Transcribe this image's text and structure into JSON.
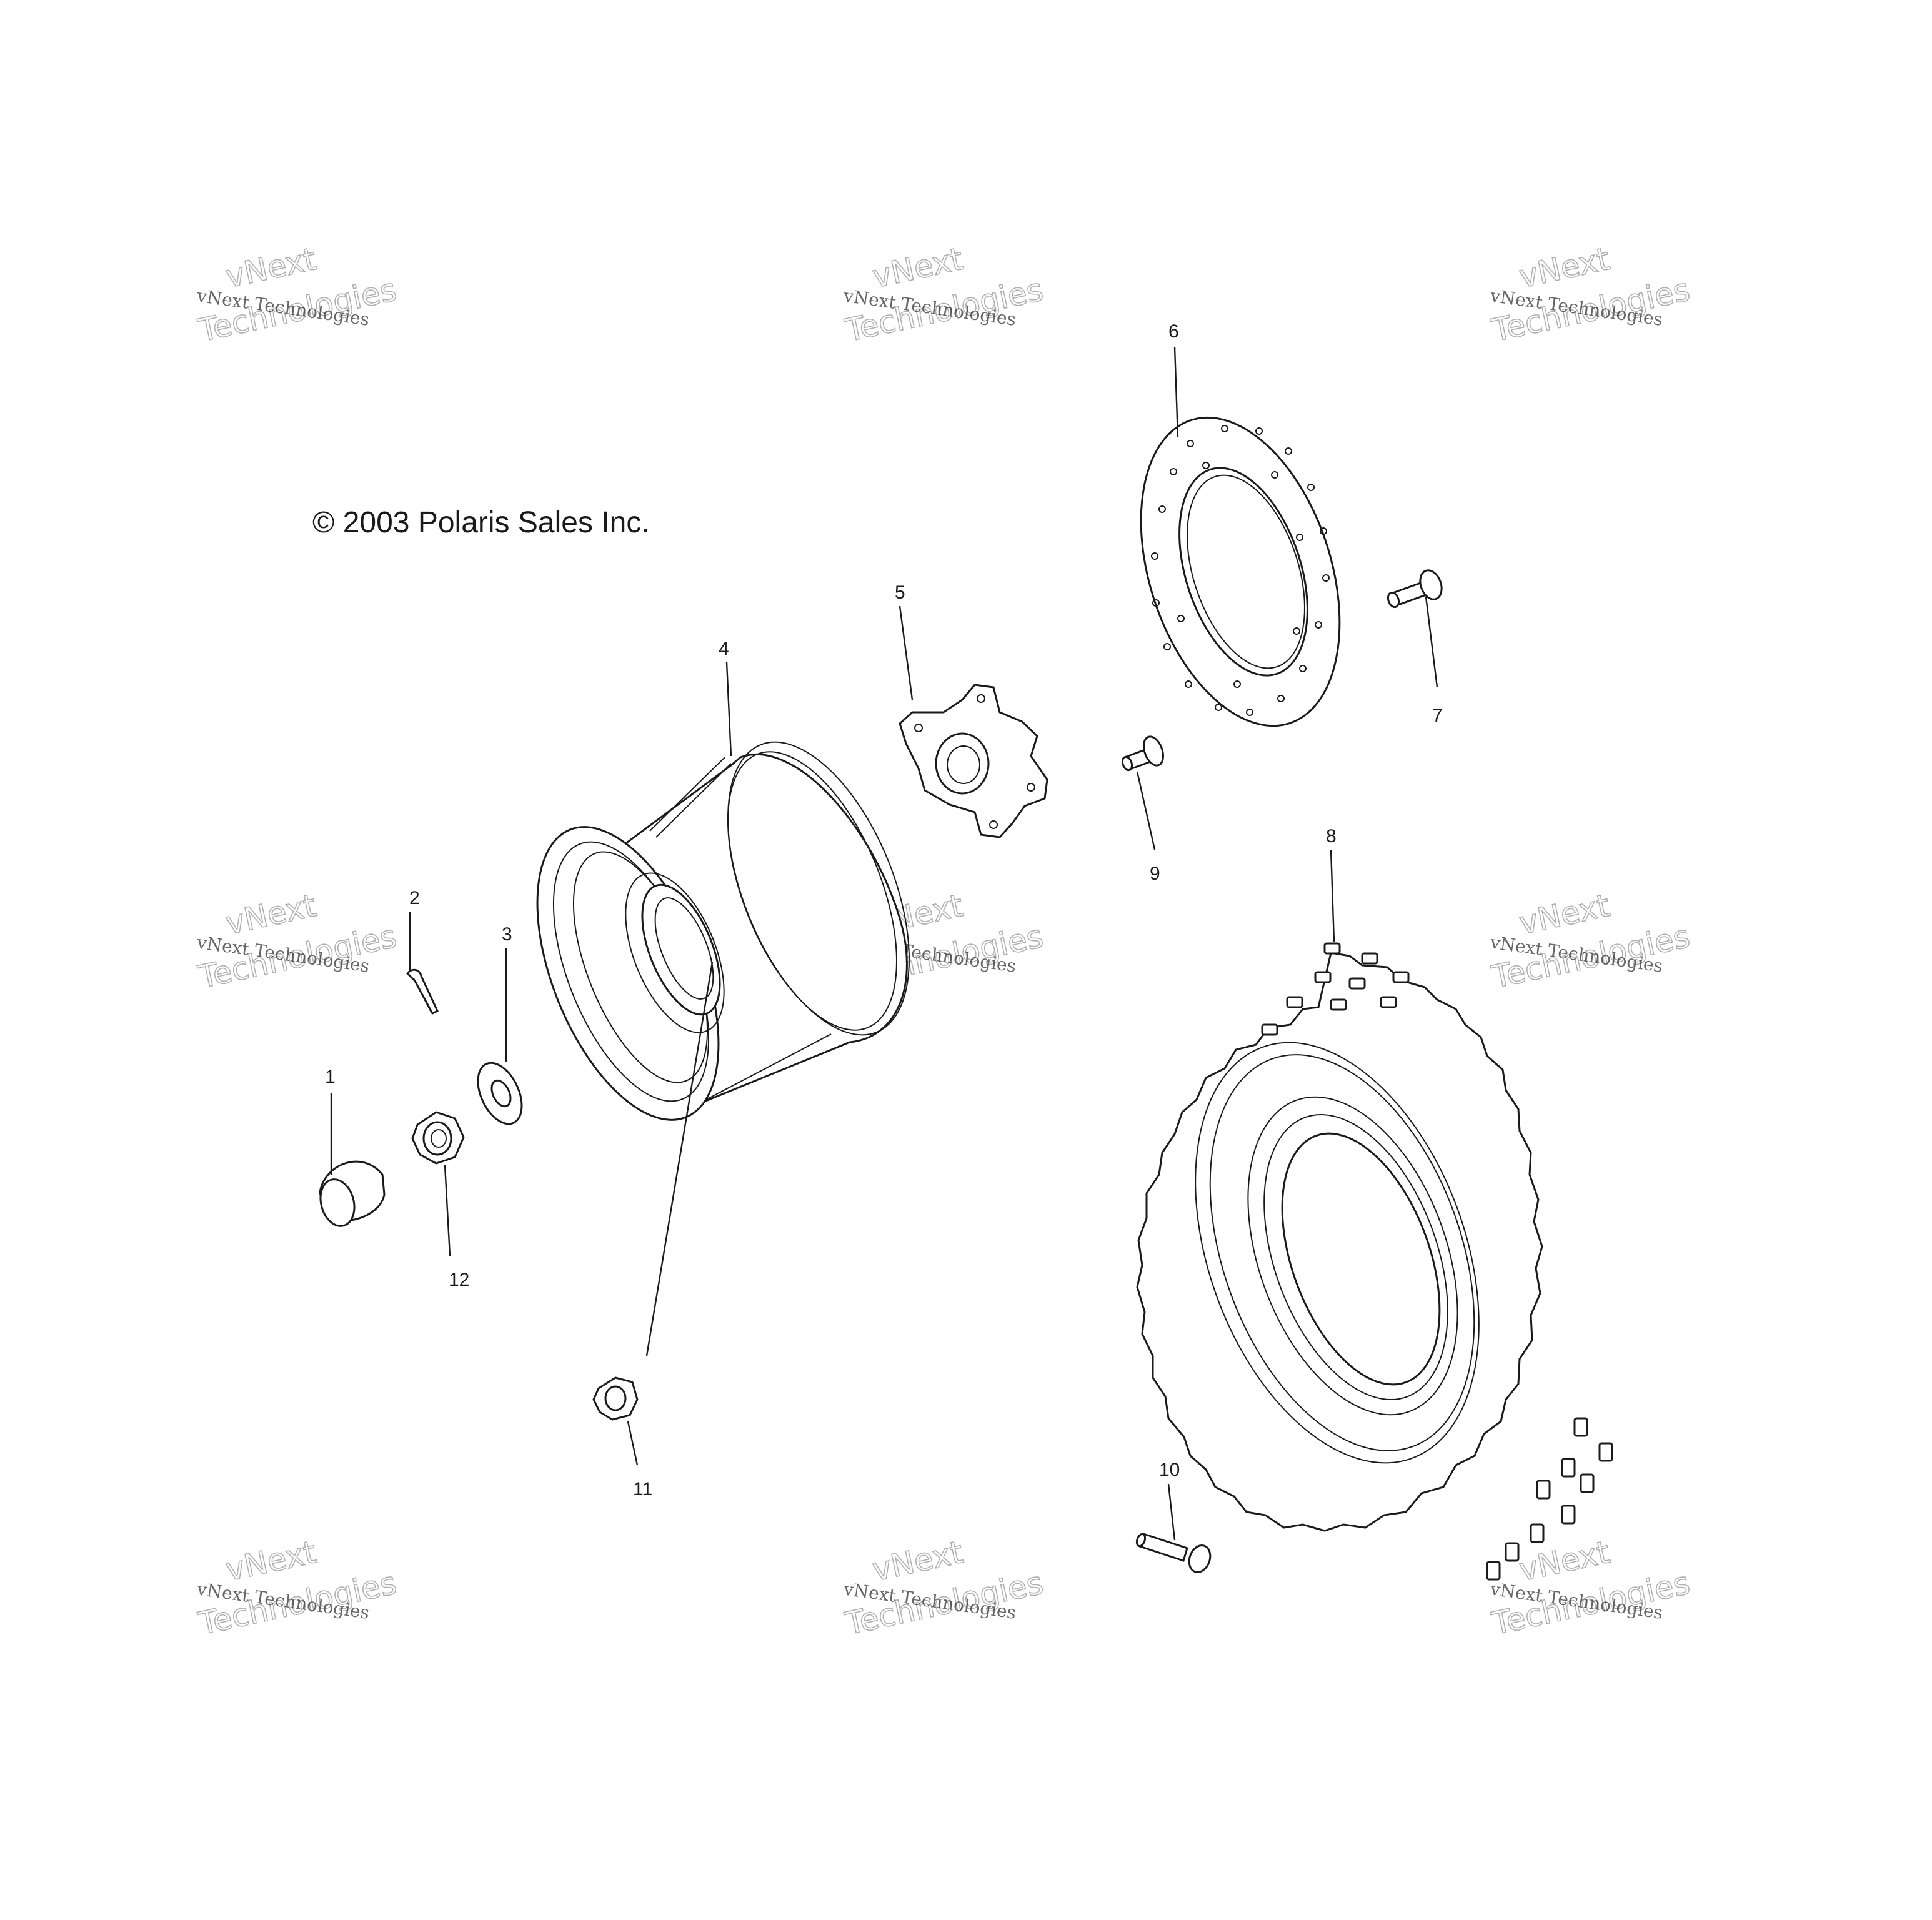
{
  "copyright": "© 2003 Polaris Sales Inc.",
  "watermark": {
    "small": "vNext Technologies",
    "large_top": "vNext",
    "large_bottom": "Technologies"
  },
  "callouts": {
    "c1": "1",
    "c2": "2",
    "c3": "3",
    "c4": "4",
    "c5": "5",
    "c6": "6",
    "c7": "7",
    "c8": "8",
    "c9": "9",
    "c10": "10",
    "c11": "11",
    "c12": "12"
  },
  "parts": {
    "p1": "cap-icon",
    "p2": "cotter-pin-icon",
    "p3": "washer-icon",
    "p4": "wheel-rim-icon",
    "p5": "wheel-hub-icon",
    "p6": "brake-disc-icon",
    "p7": "bolt-icon",
    "p8": "tire-icon",
    "p9": "stud-icon",
    "p10": "bolt-icon",
    "p11": "nut-icon",
    "p12": "castle-nut-icon"
  },
  "colors": {
    "line": "#1a1a1a",
    "watermark": "#b0b0b0",
    "background": "#ffffff"
  }
}
